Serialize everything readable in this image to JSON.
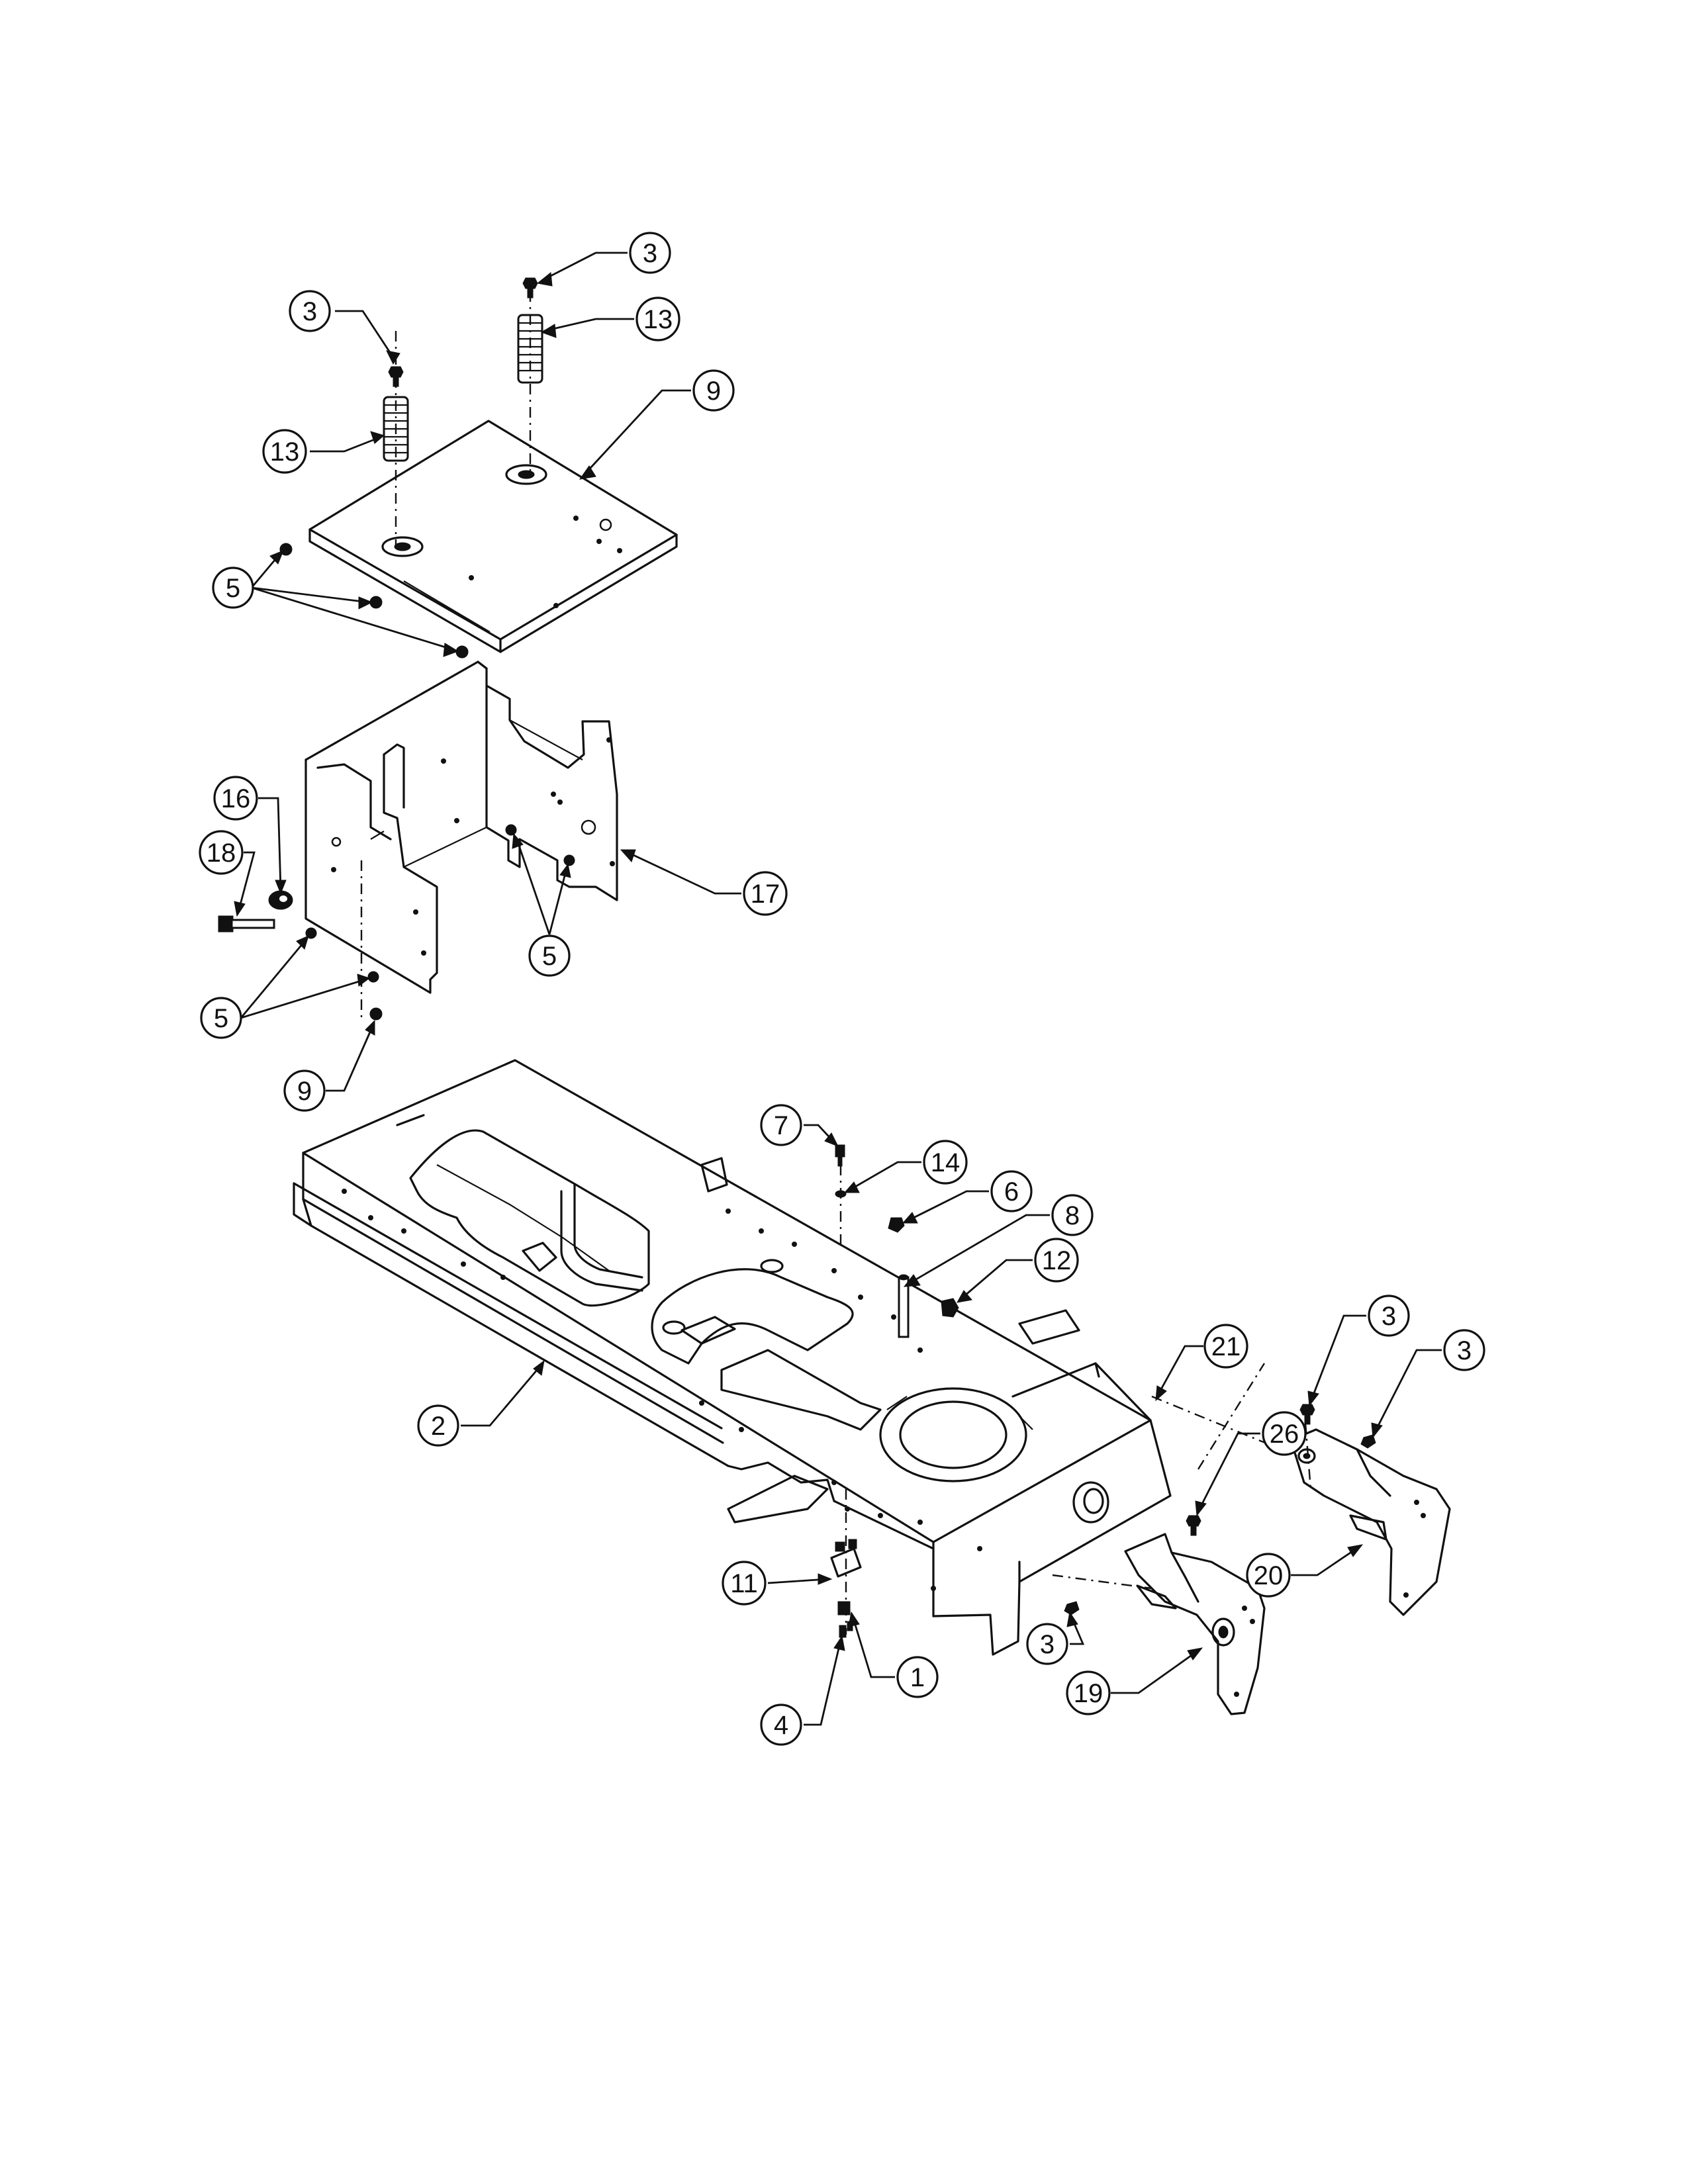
{
  "callouts": [
    {
      "id": "c-3a",
      "label": "3"
    },
    {
      "id": "c-13a",
      "label": "13"
    },
    {
      "id": "c-3b",
      "label": "3"
    },
    {
      "id": "c-13b",
      "label": "13"
    },
    {
      "id": "c-9a",
      "label": "9"
    },
    {
      "id": "c-5a",
      "label": "5"
    },
    {
      "id": "c-16",
      "label": "16"
    },
    {
      "id": "c-18",
      "label": "18"
    },
    {
      "id": "c-17",
      "label": "17"
    },
    {
      "id": "c-5b",
      "label": "5"
    },
    {
      "id": "c-5c",
      "label": "5"
    },
    {
      "id": "c-9b",
      "label": "9"
    },
    {
      "id": "c-7",
      "label": "7"
    },
    {
      "id": "c-14",
      "label": "14"
    },
    {
      "id": "c-6",
      "label": "6"
    },
    {
      "id": "c-8",
      "label": "8"
    },
    {
      "id": "c-12",
      "label": "12"
    },
    {
      "id": "c-21",
      "label": "21"
    },
    {
      "id": "c-3c",
      "label": "3"
    },
    {
      "id": "c-3d",
      "label": "3"
    },
    {
      "id": "c-26",
      "label": "26"
    },
    {
      "id": "c-2",
      "label": "2"
    },
    {
      "id": "c-20",
      "label": "20"
    },
    {
      "id": "c-11",
      "label": "11"
    },
    {
      "id": "c-1",
      "label": "1"
    },
    {
      "id": "c-3e",
      "label": "3"
    },
    {
      "id": "c-4",
      "label": "4"
    },
    {
      "id": "c-19",
      "label": "19"
    }
  ]
}
